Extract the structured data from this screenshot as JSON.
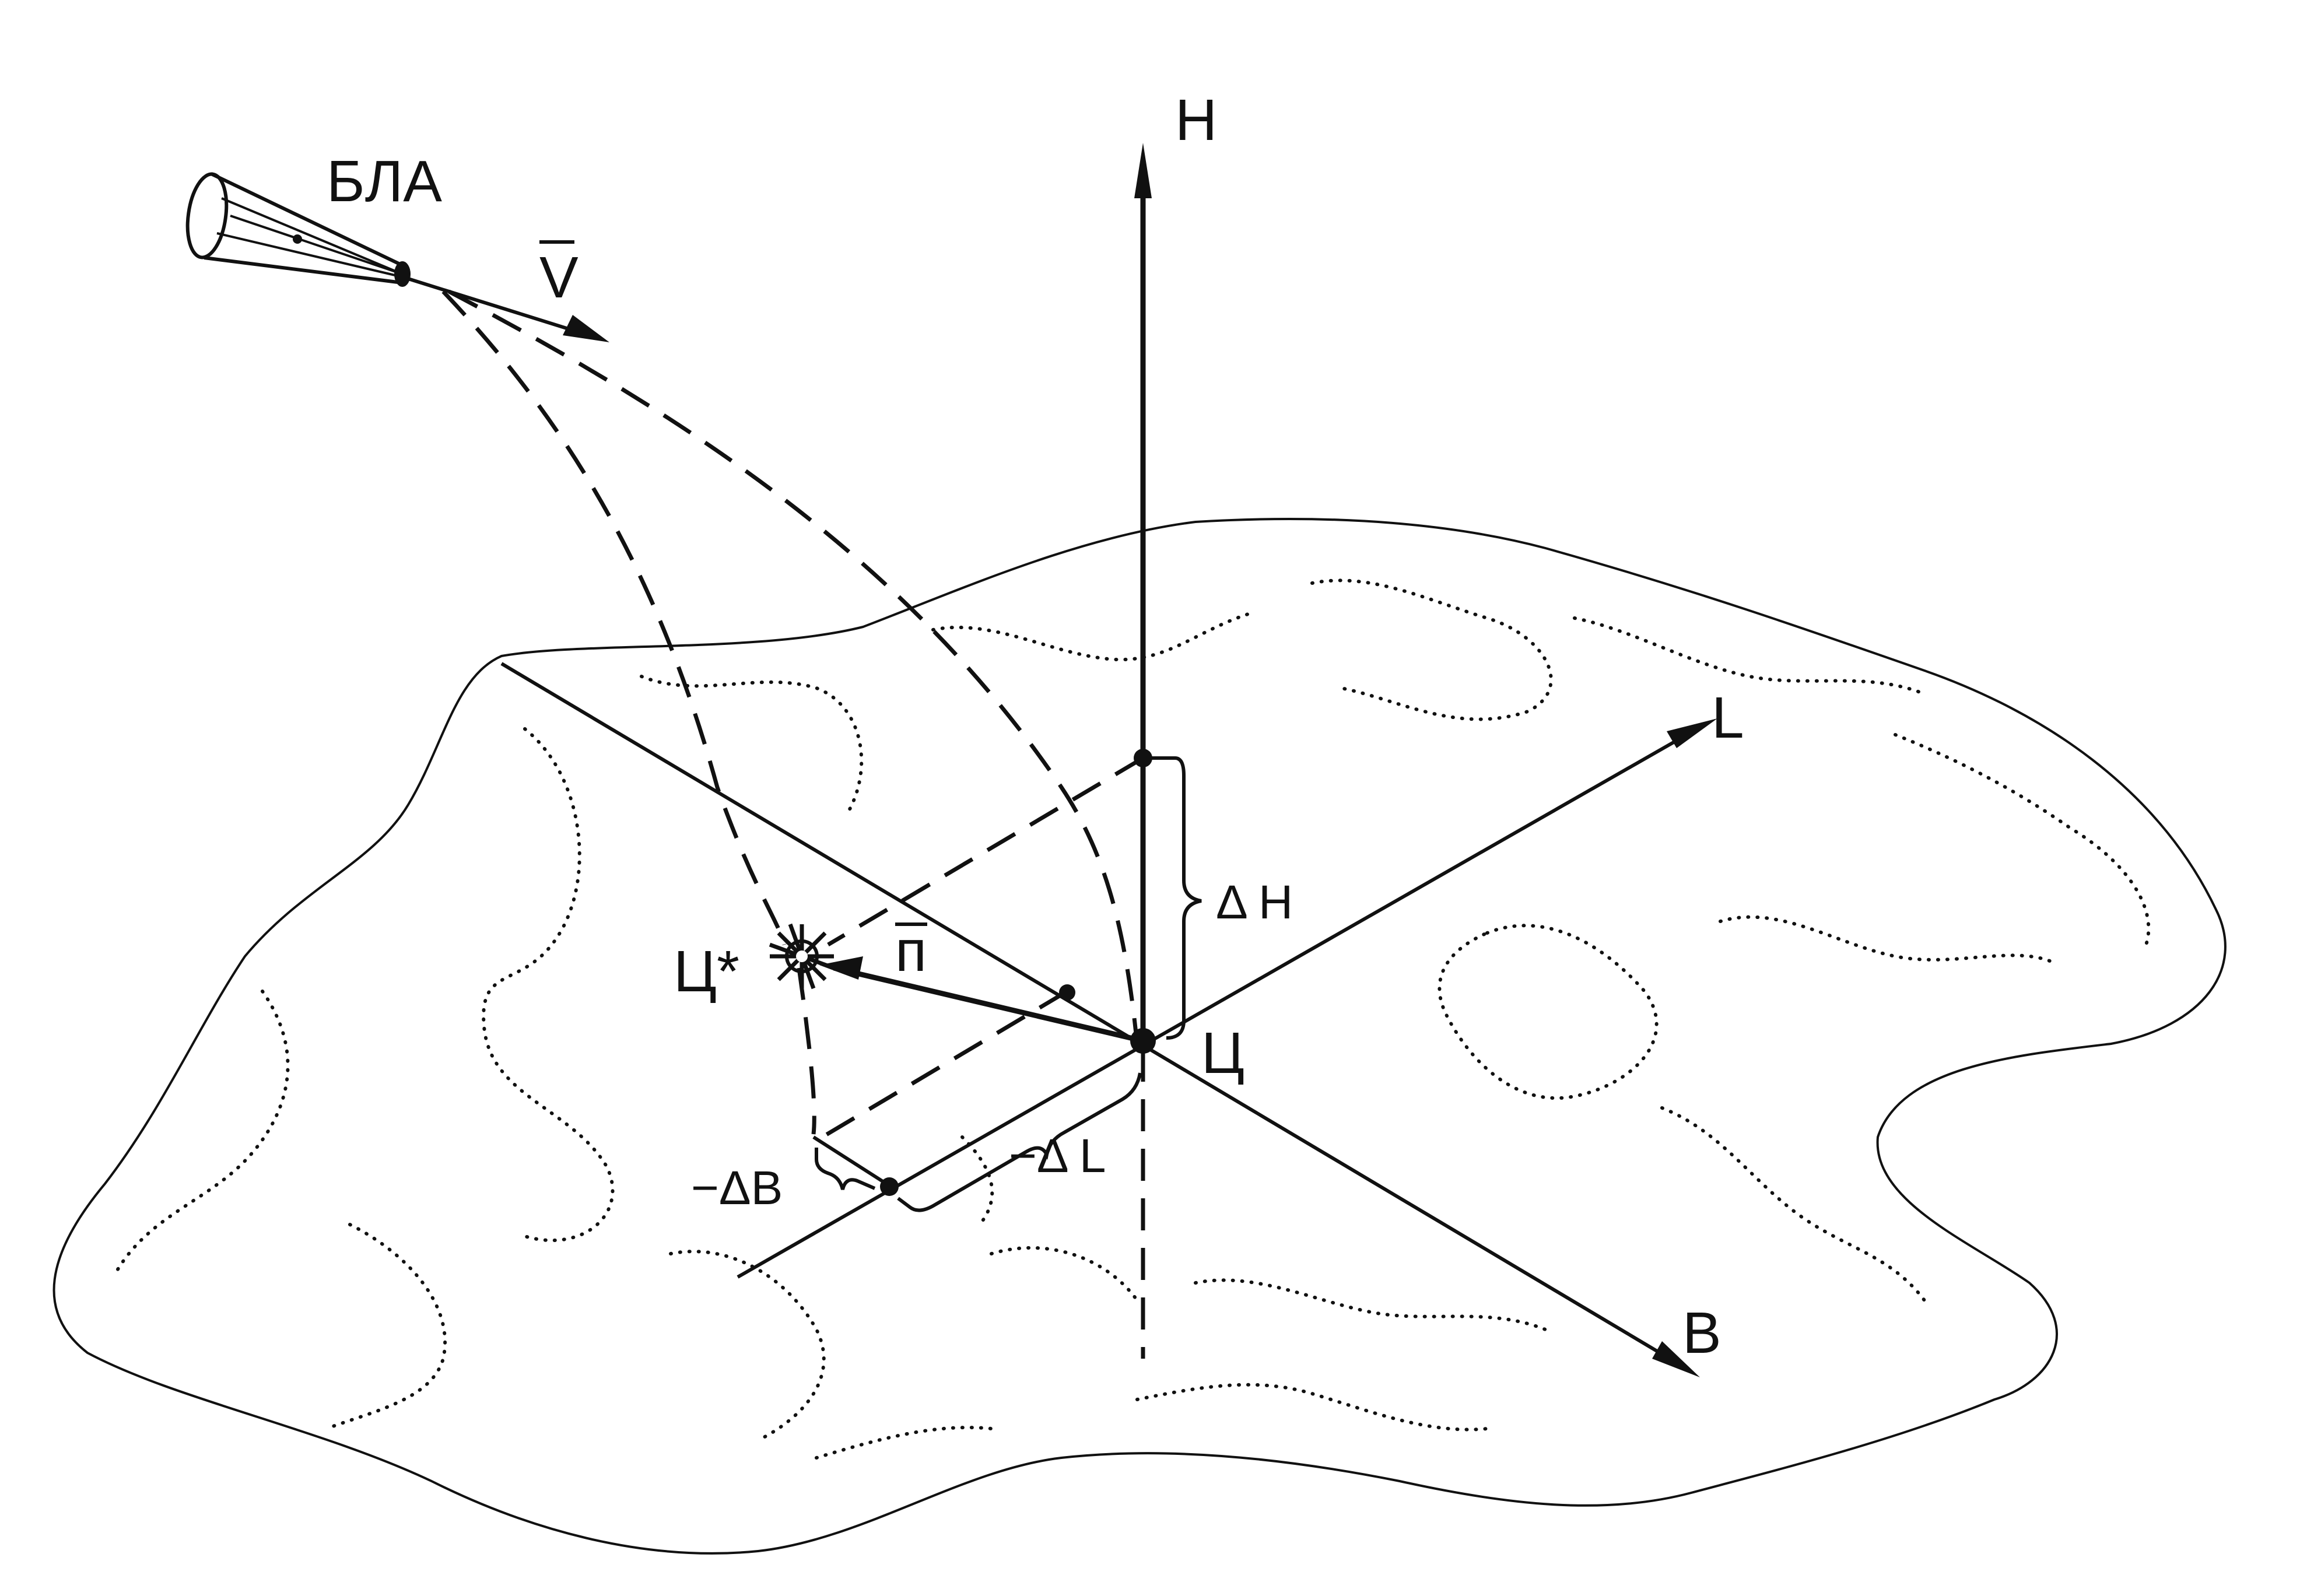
{
  "labels": {
    "uav": "БЛА",
    "velocity": "V",
    "axis_h": "H",
    "axis_l": "L",
    "axis_b": "B",
    "target": "Ц",
    "actual_target": "Ц*",
    "miss_vector": "п",
    "delta_h": "Δ H",
    "delta_l": "−Δ L",
    "delta_b": "−ΔB"
  },
  "colors": {
    "ink": "#111111",
    "paper": "#ffffff"
  }
}
